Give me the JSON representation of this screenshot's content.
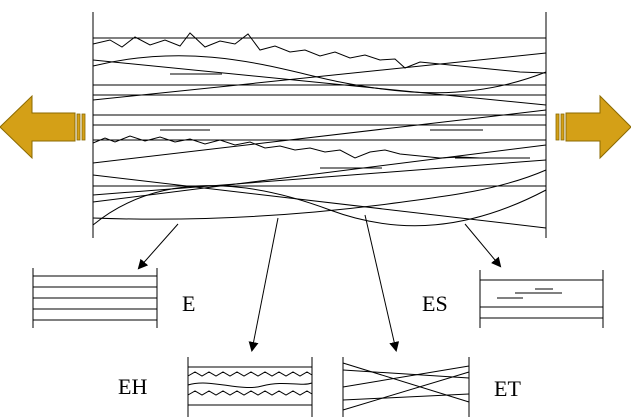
{
  "labels": {
    "e": "E",
    "es": "ES",
    "eh": "EH",
    "et": "ET"
  },
  "colors": {
    "line": "#000000",
    "arrow_fill": "#D4A017",
    "arrow_stroke": "#8B6A00"
  },
  "icons": {
    "left_arrow": "block-arrow-left-icon",
    "right_arrow": "block-arrow-right-icon"
  }
}
